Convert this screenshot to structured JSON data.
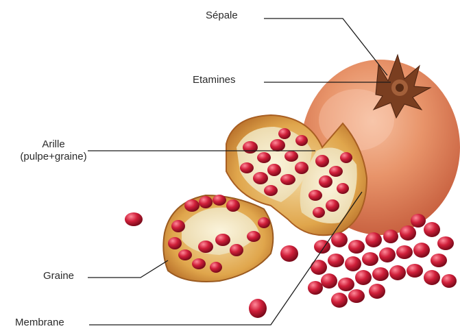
{
  "diagram": {
    "labels": {
      "sepale": "Sépale",
      "etamines": "Etamines",
      "arille_line1": "Arille",
      "arille_line2": "(pulpe+graine)",
      "graine": "Graine",
      "membrane": "Membrane"
    },
    "colors": {
      "leader_line": "#1a1a1a",
      "fruit_skin": "#e58a5a",
      "fruit_skin_dark": "#c9573a",
      "rind_inner": "#d89a3e",
      "membrane": "#f2e8c8",
      "aril": "#b8102a",
      "aril_light": "#e04a5e",
      "crown": "#6a3a20"
    }
  }
}
